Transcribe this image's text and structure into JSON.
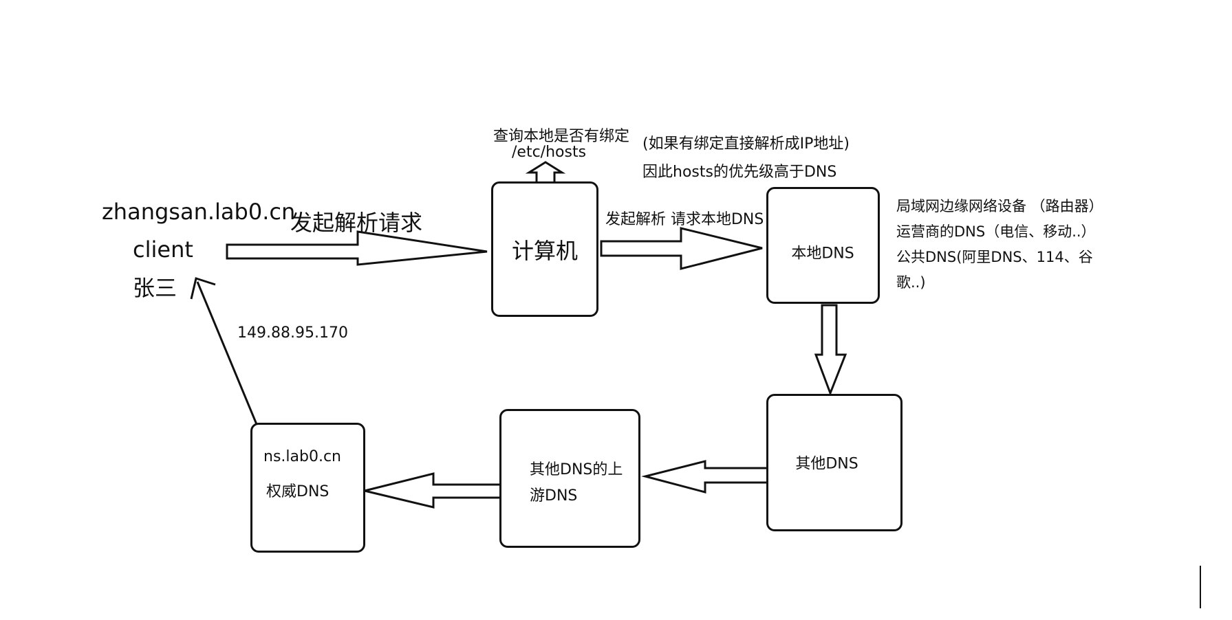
{
  "client": {
    "domain": "zhangsan.lab0.cn",
    "role": "client",
    "name": "张三"
  },
  "labels": {
    "client_request": "发起解析请求",
    "hosts_check_line1": "查询本地是否有绑定",
    "hosts_check_line2": "/etc/hosts",
    "hosts_note_line1": "(如果有绑定直接解析成IP地址)",
    "hosts_note_line2": "因此hosts的优先级高于DNS",
    "computer_request": "发起解析 请求本地DNS",
    "returned_ip": "149.88.95.170"
  },
  "boxes": {
    "computer": "计算机",
    "local_dns": "本地DNS",
    "other_dns": "其他DNS",
    "upstream_dns_line1": "其他DNS的上",
    "upstream_dns_line2": "游DNS",
    "auth_dns_line1": "ns.lab0.cn",
    "auth_dns_line2": "权威DNS"
  },
  "local_dns_types": [
    "局域网边缘网络设备 （路由器）",
    "运营商的DNS（电信、移动..）",
    "公共DNS(阿里DNS、114、谷",
    "歌..)"
  ]
}
